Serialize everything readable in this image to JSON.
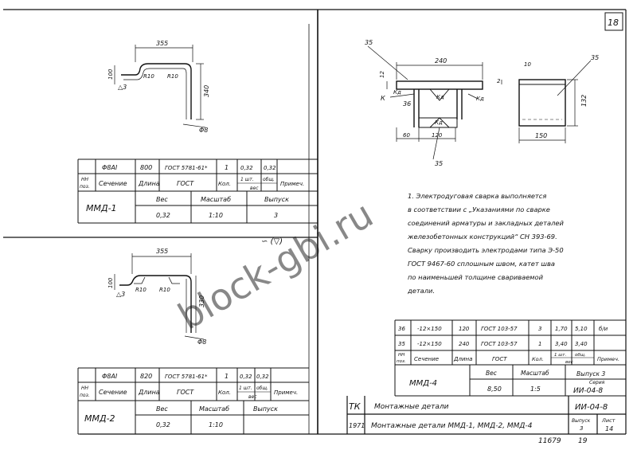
{
  "page_number": "18",
  "watermark": "block-gbi.ru",
  "mmd1": {
    "drawing": {
      "dim_len": "355",
      "dim_h": "340",
      "dim_r1": "R10",
      "dim_r2": "R10",
      "dim_side": "100",
      "weld_mark": "△3",
      "dia": "Φ8"
    },
    "row": {
      "pos": "",
      "section": "Φ8АI",
      "length": "800",
      "gost": "ГОСТ 5781-61*",
      "qty": "1",
      "w1": "0,32",
      "w2": "0,32",
      "note": ""
    },
    "head": {
      "nn": "НН",
      "poz": "поз.",
      "section": "Сечение",
      "length": "Длина",
      "gost": "ГОСТ",
      "qty": "Кол.",
      "w1": "1 шт.",
      "w2": "общ.",
      "weight": "вес",
      "note": "Примеч."
    },
    "title": "ММД-1",
    "labels": {
      "weight": "Вес",
      "scale": "Масштаб",
      "issue": "Выпуск"
    },
    "values": {
      "weight": "0,32",
      "scale": "1:10",
      "issue": "3"
    }
  },
  "mmd2": {
    "corner_mark": "∽ (▽)",
    "drawing": {
      "dim_len": "355",
      "dim_h": "330",
      "dim_r1": "R10",
      "dim_r2": "R10",
      "dim_side": "100",
      "weld_mark": "△3",
      "dia": "Φ8"
    },
    "row": {
      "pos": "",
      "section": "Φ8АI",
      "length": "820",
      "gost": "ГОСТ 5781-61*",
      "qty": "1",
      "w1": "0,32",
      "w2": "0,32",
      "note": ""
    },
    "head": {
      "nn": "НН",
      "poz": "поз.",
      "section": "Сечение",
      "length": "Длина",
      "gost": "ГОСТ",
      "qty": "Кол.",
      "w1": "1 шт.",
      "w2": "общ.",
      "weight": "вес",
      "note": "Примеч."
    },
    "title": "ММД-2",
    "labels": {
      "weight": "Вес",
      "scale": "Масштаб",
      "issue": "Выпуск"
    },
    "values": {
      "weight": "0,32",
      "scale": "1:10",
      "issue": ""
    }
  },
  "mmd4": {
    "drawing": {
      "pos36": "36",
      "pos35a": "35",
      "pos35b": "35",
      "pos35c": "35",
      "width": "240",
      "dim12": "12",
      "dim2": "2",
      "dim10": "10",
      "dim132": "132",
      "dim150": "150",
      "dim60": "60",
      "dim120": "120",
      "kd1": "Кд",
      "kd2": "Кд",
      "kd3": "Кд",
      "kd4": "Кд",
      "k": "К"
    },
    "notes": [
      "1. Электродуговая сварка выполняется",
      "в соответствии с „Указаниями по сварке",
      "соединений арматуры и закладных деталей",
      "железобетонных конструкций“ СН 393-69.",
      "Сварку производить электродами типа Э-50",
      "ГОСТ 9467-60 сплошным швом, катет шва",
      "по наименьшей толщине свариваемой",
      "детали."
    ],
    "rows": [
      {
        "pos": "36",
        "section": "-12×150",
        "length": "120",
        "gost": "ГОСТ 103-57",
        "qty": "3",
        "w1": "1,70",
        "w2": "5,10",
        "note": "б/и"
      },
      {
        "pos": "35",
        "section": "-12×150",
        "length": "240",
        "gost": "ГОСТ 103-57",
        "qty": "1",
        "w1": "3,40",
        "w2": "3,40",
        "note": ""
      }
    ],
    "head": {
      "nn": "НН",
      "poz": "поз.",
      "section": "Сечение",
      "length": "Длина",
      "gost": "ГОСТ",
      "qty": "Кол.",
      "w1": "1 шт.",
      "w2": "общ.",
      "weight": "вес",
      "note": "Примеч."
    },
    "title": "ММД-4",
    "labels": {
      "weight": "Вес",
      "scale": "Масштаб",
      "issue": "Выпуск 3",
      "series": "Серия"
    },
    "values": {
      "weight": "8,50",
      "scale": "1:5",
      "series": "ИИ-04-8"
    }
  },
  "stamp": {
    "org": "ТК",
    "year": "1971",
    "category": "Монтажные детали",
    "code": "ИИ-04-8",
    "title": "Монтажные детали ММД-1, ММД-2, ММД-4",
    "issue_label": "Выпуск",
    "issue_value": "3",
    "sheet_label": "Лист",
    "sheet_value": "14",
    "bottom_num": "11679",
    "bottom_page": "19"
  }
}
